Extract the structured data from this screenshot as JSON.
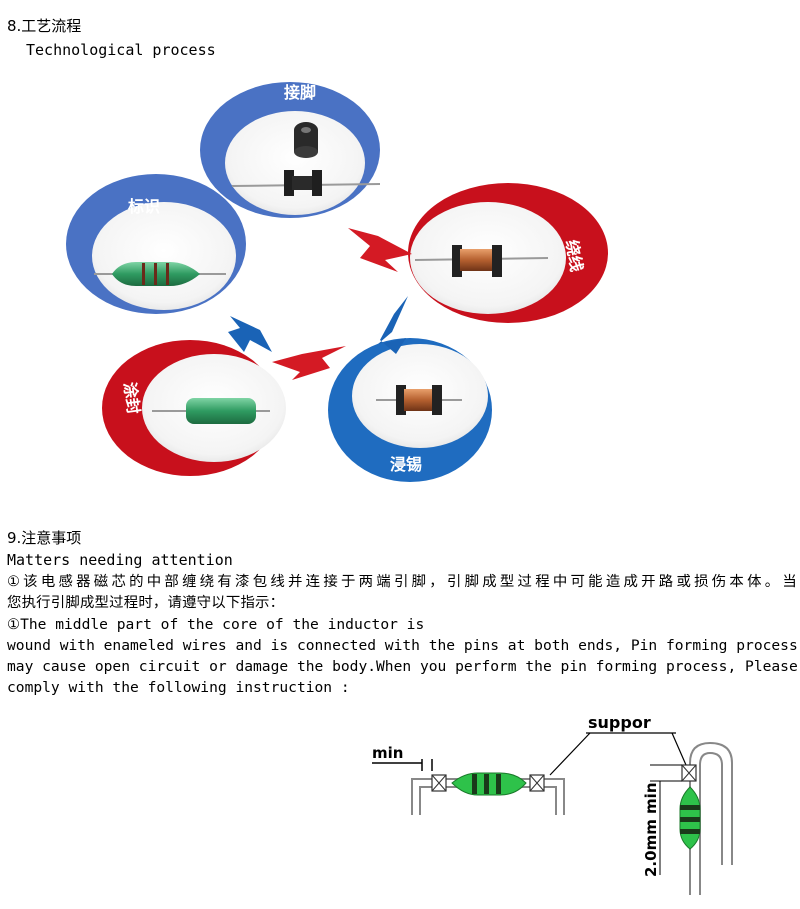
{
  "section8": {
    "title": "8.工艺流程",
    "subtitle": "Technological process"
  },
  "process": {
    "steps": [
      {
        "label": "接脚",
        "color": "#4a72c4"
      },
      {
        "label": "绕线",
        "color": "#c8101c"
      },
      {
        "label": "浸锡",
        "color": "#1f6cc0"
      },
      {
        "label": "涂封",
        "color": "#c8101c"
      },
      {
        "label": "标识",
        "color": "#4a72c4"
      }
    ]
  },
  "section9": {
    "title": "9.注意事项",
    "subtitle": "Matters needing attention",
    "cn_line1": "①该电感器磁芯的中部缠绕有漆包线并连接于两端引脚，引脚成型过程中可能造成开路或损伤本体。当",
    "cn_line2": "您执行引脚成型过程时，请遵守以下指示：",
    "en_line1": "①The middle part of the core of the inductor is",
    "en_line2": "wound with enameled wires and is connected with the pins at both ends, Pin forming process",
    "en_line3": "may cause open circuit or damage the body.When you perform the pin forming process, Please",
    "en_line4": "comply with the following instruction :"
  },
  "diagram": {
    "min_label": "min",
    "support_label": "suppor",
    "dimension_label": "2.0mm min"
  }
}
